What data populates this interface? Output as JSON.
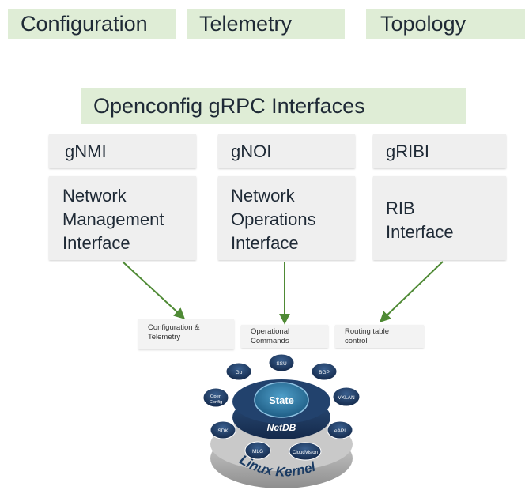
{
  "top_tabs": [
    "Configuration",
    "Telemetry",
    "Topology"
  ],
  "banner": "Openconfig gRPC Interfaces",
  "interfaces": [
    {
      "name": "gNMI",
      "description": [
        "Network",
        "Management",
        "Interface"
      ]
    },
    {
      "name": "gNOI",
      "description": [
        "Network",
        "Operations",
        "Interface"
      ]
    },
    {
      "name": "gRIBI",
      "description": [
        "RIB",
        "Interface"
      ]
    }
  ],
  "notes": [
    [
      "Configuration &",
      "Telemetry"
    ],
    [
      "Operational",
      "Commands"
    ],
    [
      "Routing table",
      "control"
    ]
  ],
  "stack": {
    "center": "State",
    "ring": "NetDB",
    "base": "Linux Kernel",
    "satellites": [
      "Go",
      "SSU",
      "BGP",
      "VXLAN",
      "eAPI",
      "CloudVision",
      "MLG",
      "SDK",
      "Open Config"
    ]
  },
  "colors": {
    "green_fill": "#dfedd6",
    "arrow": "#4f8a35",
    "navy": "#1f3f66",
    "teal": "#2f6a91"
  }
}
